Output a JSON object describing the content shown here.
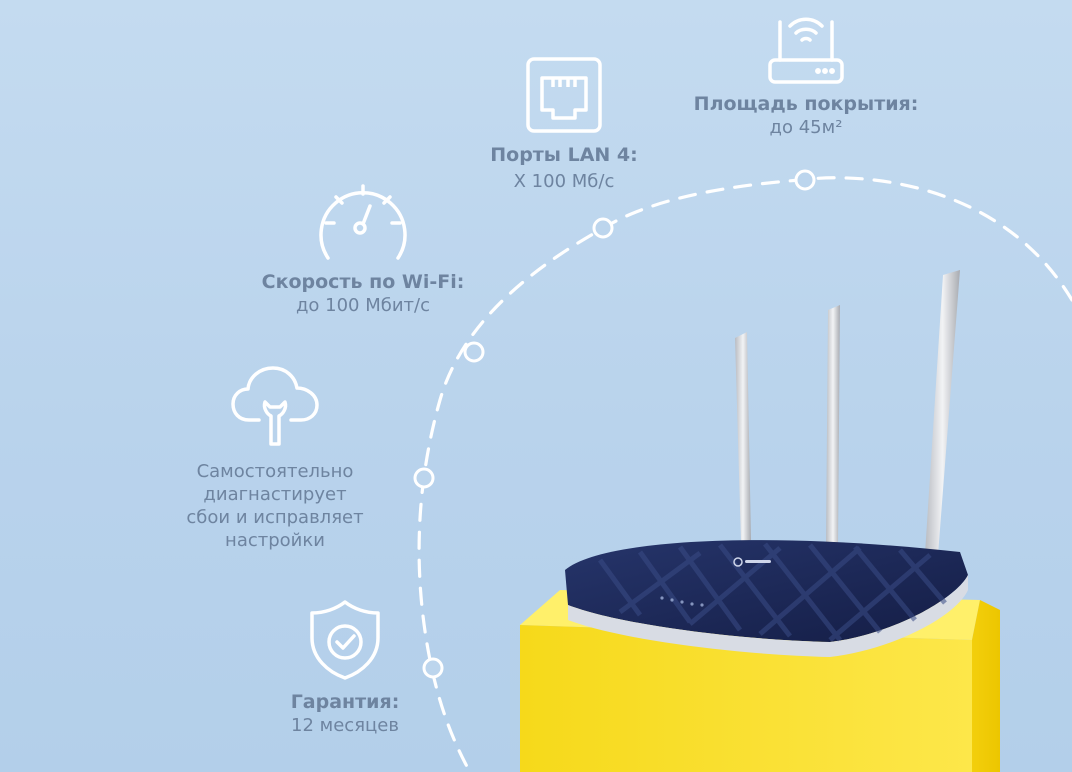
{
  "colors": {
    "background": "#bcd5ed",
    "text": "#6e84a0",
    "icon_stroke": "#ffffff",
    "router_body": "#1d2a5a",
    "pedestal": "#fbe122"
  },
  "features": {
    "coverage": {
      "icon": "wifi-router-icon",
      "title": "Площадь покрытия:",
      "value": "до 45м²"
    },
    "lan": {
      "icon": "ethernet-port-icon",
      "title": "Порты LAN 4:",
      "value": "X 100 Мб/с"
    },
    "speed": {
      "icon": "speedometer-icon",
      "title": "Скорость по Wi-Fi:",
      "value": "до 100 Мбит/с"
    },
    "diagnostics": {
      "icon": "cloud-wrench-icon",
      "description": "Самостоятельно\nдиагнастирует\nсбои и исправляет\nнастройки"
    },
    "warranty": {
      "icon": "shield-check-icon",
      "title": "Гарантия:",
      "value": "12 месяцев"
    }
  },
  "product": {
    "name": "router",
    "logo": "tp-link-logo",
    "antenna_count": 3
  }
}
